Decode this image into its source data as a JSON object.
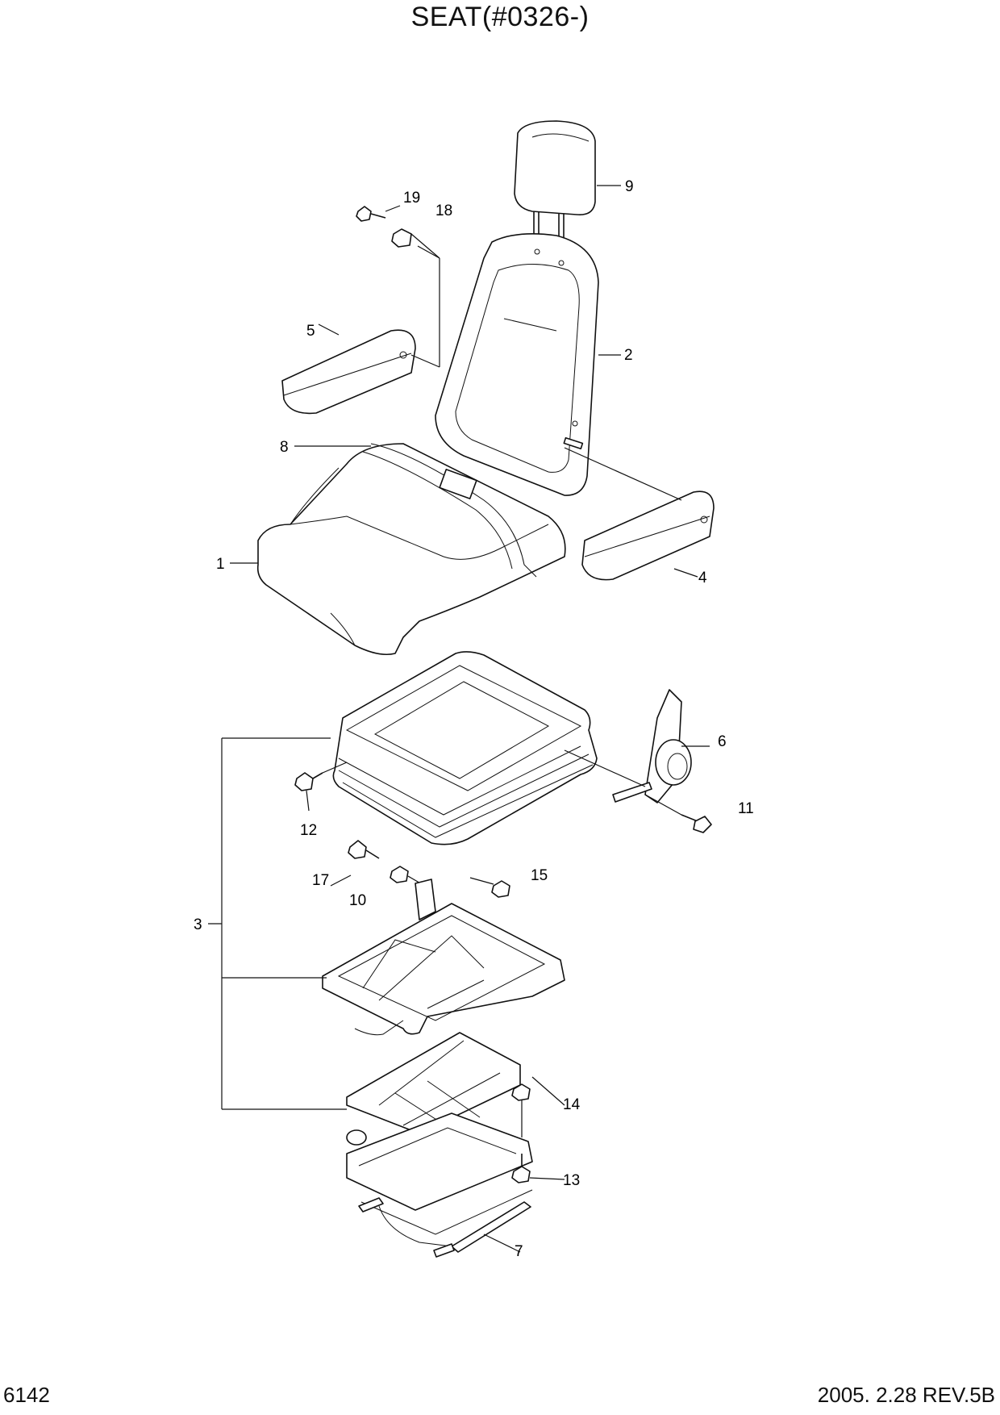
{
  "title": "SEAT(#0326-)",
  "page_number": "6142",
  "revision": "2005. 2.28  REV.5B",
  "callouts": [
    "1",
    "2",
    "3",
    "4",
    "5",
    "6",
    "7",
    "8",
    "9",
    "10",
    "11",
    "12",
    "13",
    "14",
    "15",
    "17",
    "18",
    "19"
  ]
}
